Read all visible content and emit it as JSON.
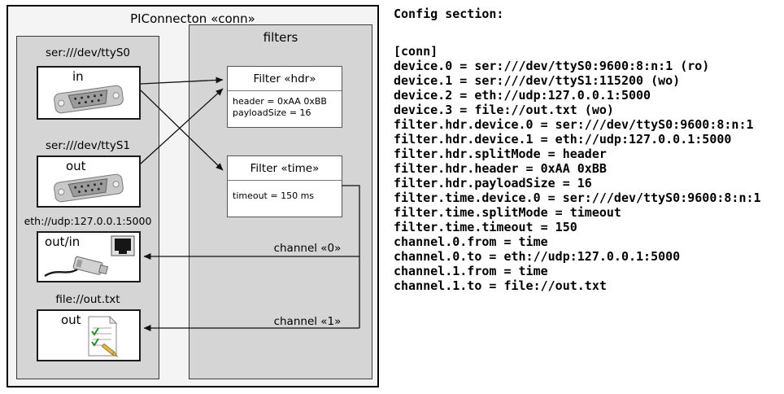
{
  "diagram": {
    "title": "PIConnecton «conn»",
    "filters_title": "filters",
    "devices": [
      {
        "label": "ser:///dev/ttyS0",
        "port": "in",
        "icon": "serial-port-icon"
      },
      {
        "label": "ser:///dev/ttyS1",
        "port": "out",
        "icon": "serial-port-icon"
      },
      {
        "label": "eth://udp:127.0.0.1:5000",
        "port": "out/in",
        "icon": "ethernet-port-icon"
      },
      {
        "label": "file://out.txt",
        "port": "out",
        "icon": "document-icon"
      }
    ],
    "filters": [
      {
        "title": "Filter «hdr»",
        "params": [
          "header = 0xAA 0xBB",
          "payloadSize = 16"
        ]
      },
      {
        "title": "Filter «time»",
        "params": [
          "timeout = 150 ms"
        ]
      }
    ],
    "channels": [
      {
        "label": "channel «0»"
      },
      {
        "label": "channel «1»"
      }
    ]
  },
  "config": {
    "title": "Config section:",
    "lines": [
      "[conn]",
      "device.0 = ser:///dev/ttyS0:9600:8:n:1 (ro)",
      "device.1 = ser:///dev/ttyS1:115200 (wo)",
      "device.2 = eth://udp:127.0.0.1:5000",
      "device.3 = file://out.txt (wo)",
      "filter.hdr.device.0 = ser:///dev/ttyS0:9600:8:n:1",
      "filter.hdr.device.1 = eth://udp:127.0.0.1:5000",
      "filter.hdr.splitMode = header",
      "filter.hdr.header = 0xAA 0xBB",
      "filter.hdr.payloadSize = 16",
      "filter.time.device.0 = ser:///dev/ttyS0:9600:8:n:1",
      "filter.time.splitMode = timeout",
      "filter.time.timeout = 150",
      "channel.0.from = time",
      "channel.0.to = eth://udp:127.0.0.1:5000",
      "channel.1.from = time",
      "channel.1.to = file://out.txt"
    ]
  }
}
